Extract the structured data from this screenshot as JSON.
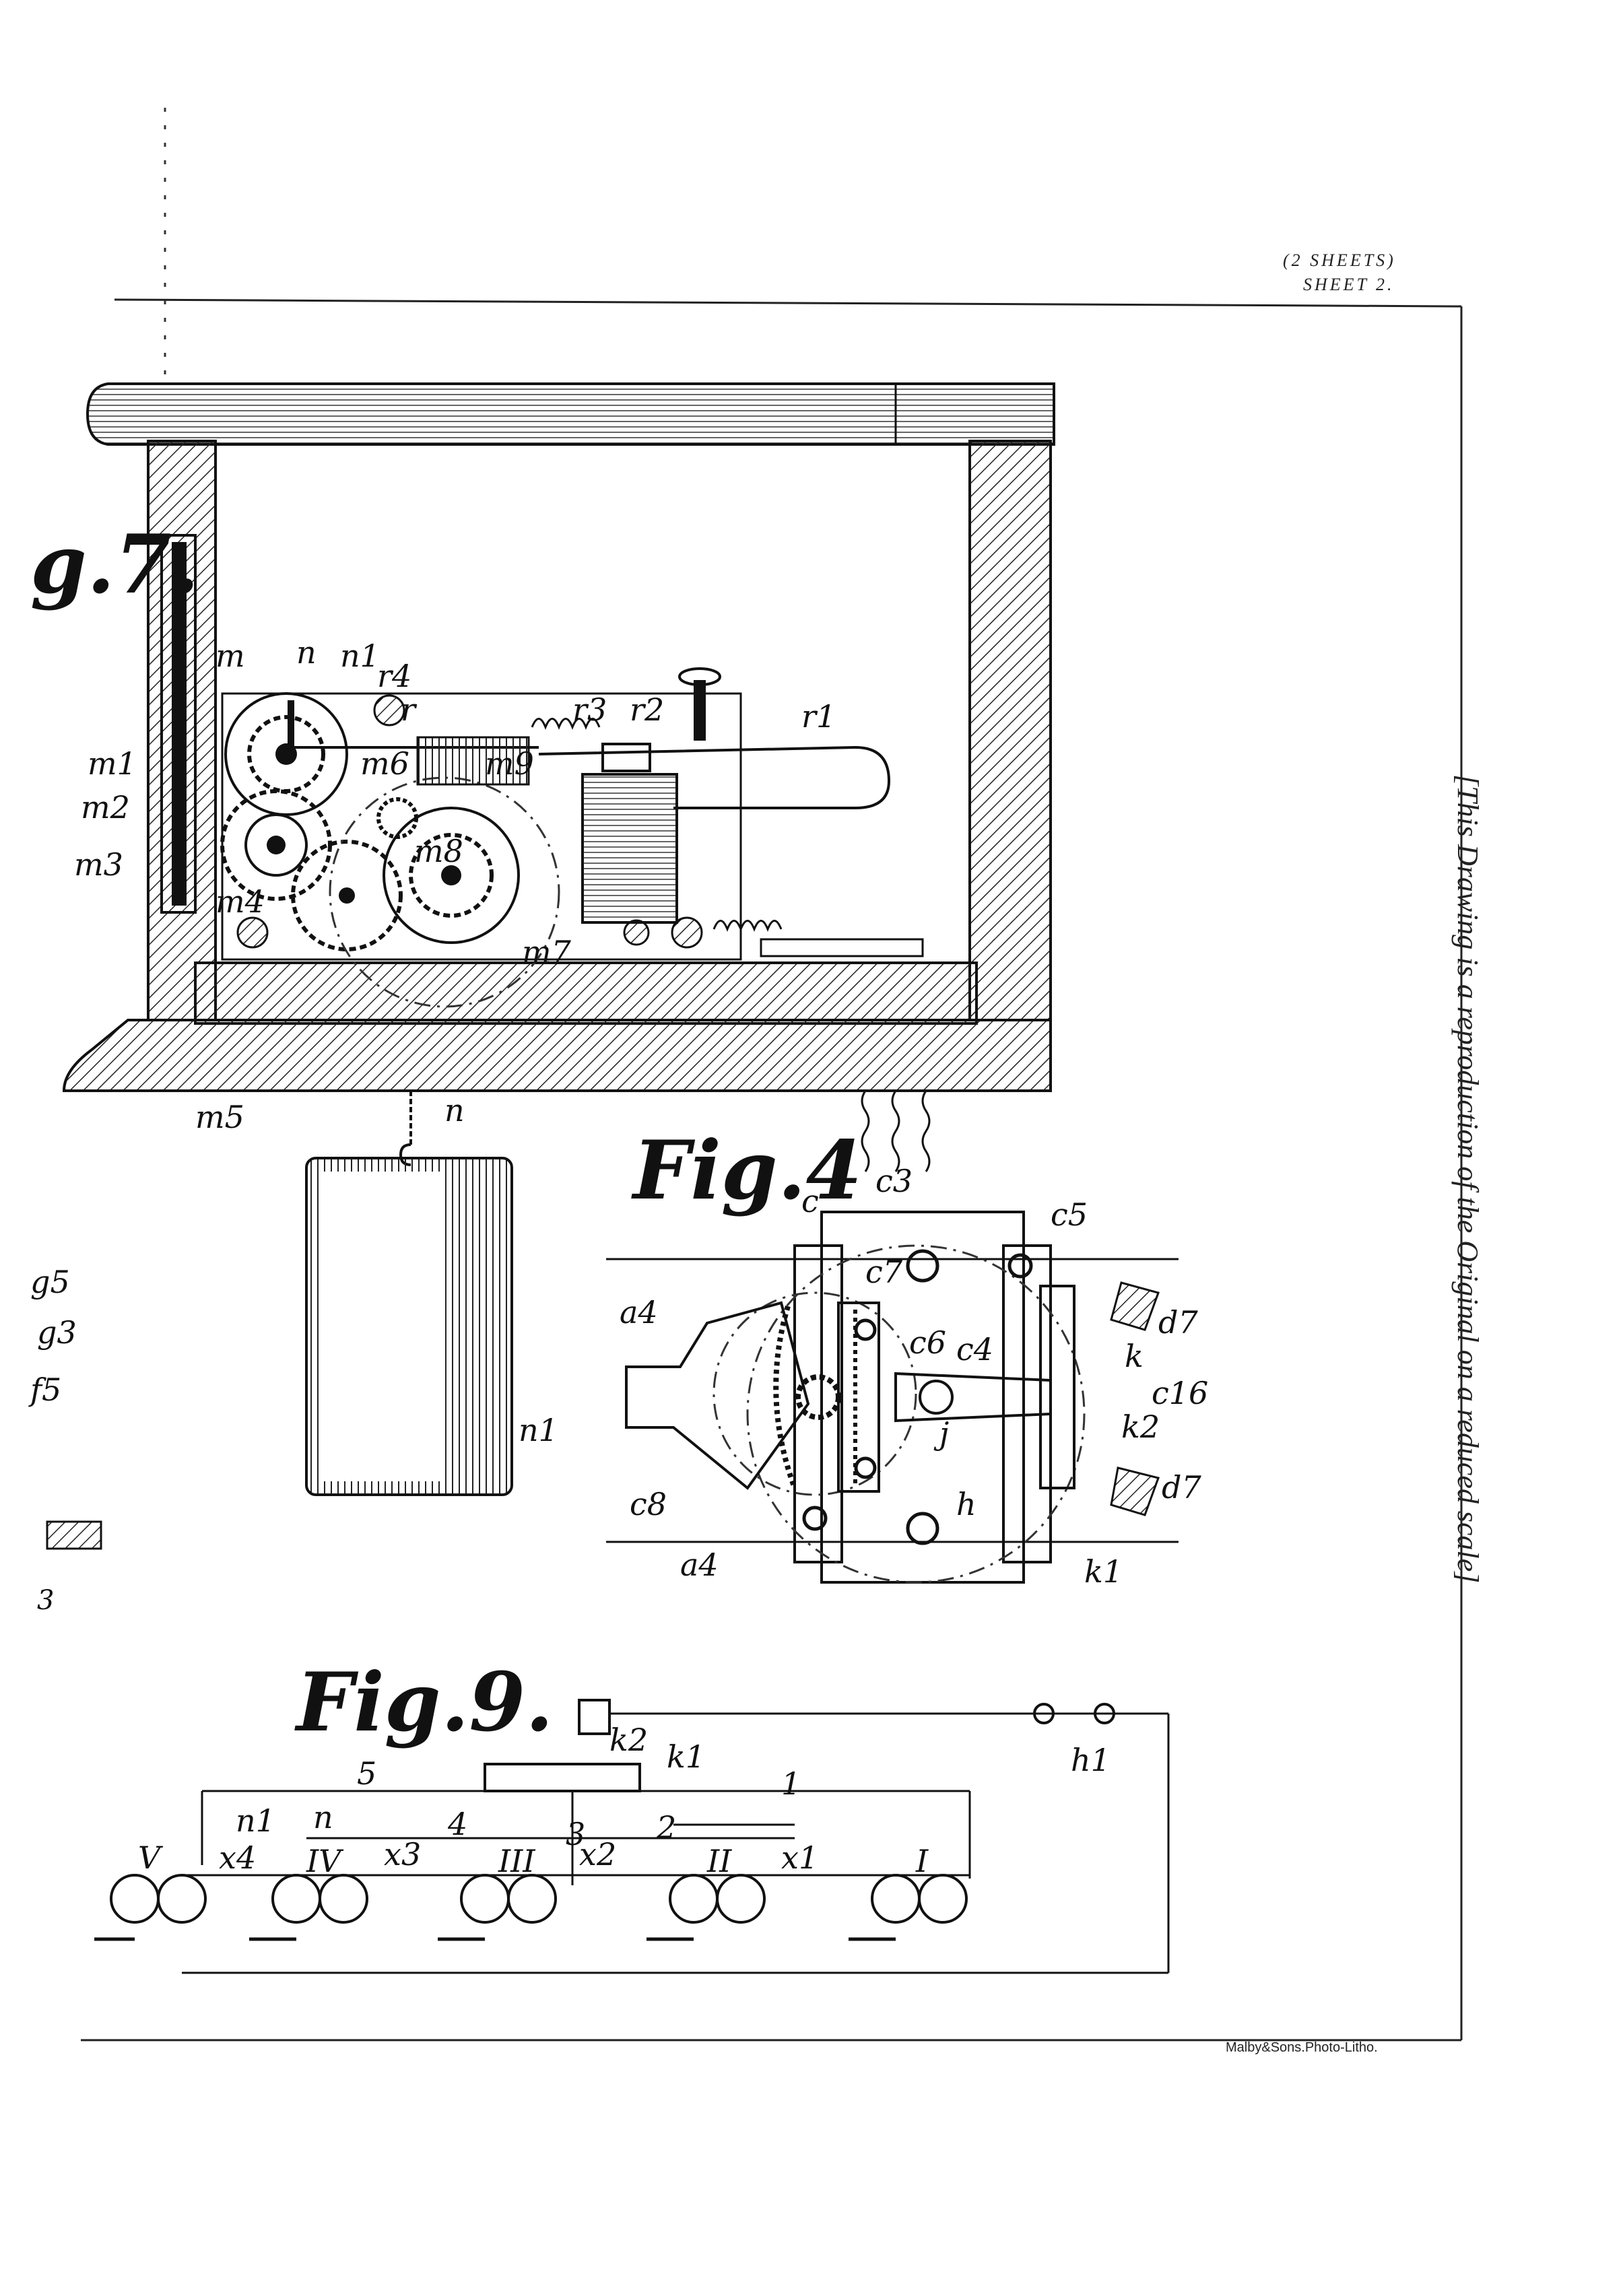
{
  "header": {
    "sheets": "(2 SHEETS)",
    "sheet": "SHEET 2."
  },
  "credit": "Malby&Sons.Photo-Litho.",
  "side_note": "[This Drawing is a reproduction of the Original on a reduced scale]",
  "figures": {
    "fig7": {
      "title": "g.7.",
      "labels": [
        "m",
        "n",
        "n1",
        "r4",
        "r",
        "r3",
        "r2",
        "r1",
        "m1",
        "m2",
        "m3",
        "m4",
        "m5",
        "m6",
        "m8",
        "m7",
        "m9",
        "n",
        "n1"
      ]
    },
    "fig4": {
      "title": "Fig.4",
      "labels": [
        "c",
        "c3",
        "c5",
        "c7",
        "a4",
        "c6",
        "c4",
        "d7",
        "k",
        "c16",
        "j",
        "k2",
        "c8",
        "h",
        "d7",
        "a4",
        "k1"
      ]
    },
    "fig9": {
      "title": "Fig.9.",
      "labels": [
        "k2",
        "k1",
        "h1",
        "5",
        "1",
        "n1",
        "n",
        "4",
        "3",
        "2",
        "V",
        "x4",
        "IV",
        "x3",
        "III",
        "x2",
        "II",
        "x1",
        "I"
      ]
    },
    "margin_fragments": [
      "g5",
      "g3",
      "f5",
      "3"
    ]
  }
}
